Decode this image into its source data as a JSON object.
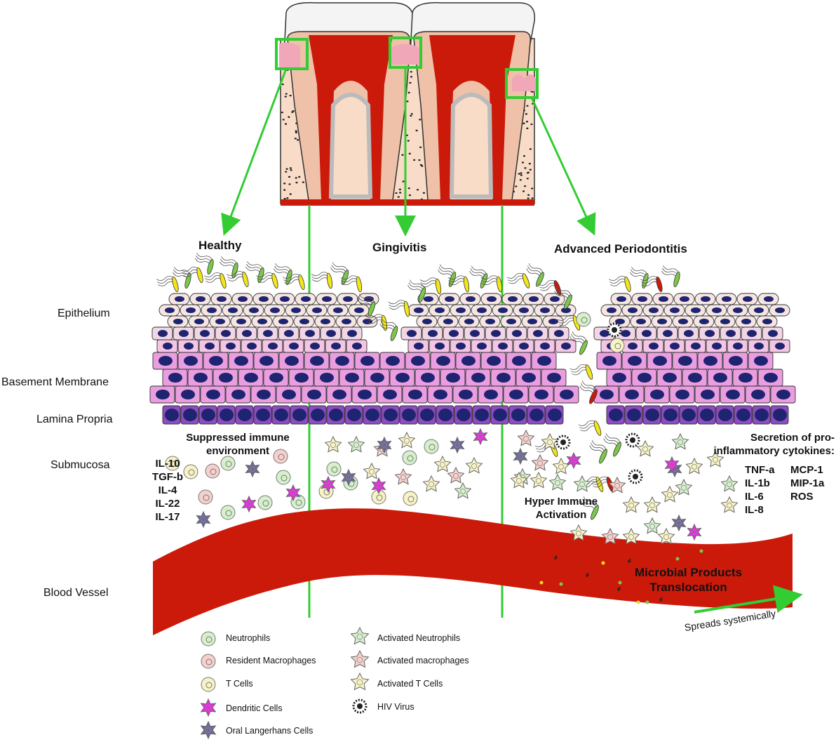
{
  "stages": {
    "healthy": "Healthy",
    "gingivitis": "Gingivitis",
    "advanced": "Advanced Periodontitis"
  },
  "layers": {
    "epithelium": "Epithelium",
    "basement": "Basement Membrane",
    "lamina": "Lamina Propria",
    "submucosa": "Submucosa",
    "blood": "Blood Vessel"
  },
  "healthy_panel": {
    "note_line1": "Suppressed immune",
    "note_line2": "environment",
    "cytokines": [
      "IL-10",
      "TGF-b",
      "IL-4",
      "IL-22",
      "IL-17"
    ]
  },
  "periodontitis_panel": {
    "hyper_line1": "Hyper Immune",
    "hyper_line2": "Activation",
    "secretion_line1": "Secretion of pro-",
    "secretion_line2": "inflammatory cytokines:",
    "cytokines_col1": [
      "TNF-a",
      "IL-1b",
      "IL-6",
      "IL-8"
    ],
    "cytokines_col2": [
      "MCP-1",
      "MIP-1a",
      "ROS"
    ]
  },
  "vessel": {
    "microbial_line1": "Microbial Products",
    "microbial_line2": "Translocation",
    "spreads": "Spreads systemically"
  },
  "legend": {
    "col1": [
      "Neutrophils",
      "Resident Macrophages",
      "T Cells",
      "Dendritic Cells",
      "Oral Langerhans Cells"
    ],
    "col2": [
      "Activated Neutrophils",
      "Activated macrophages",
      "Activated T Cells",
      "HIV Virus"
    ]
  },
  "colors": {
    "green_arrow": "#33cc33",
    "blood": "#cc1a0a",
    "epithelium_top": "#f6e6e2",
    "epithelium_mid": "#f4c6e4",
    "basal": "#ea9ee0",
    "lamina": "#8e4cc0",
    "nucleus": "#1e2470",
    "neutrophil": "#d6f0cc",
    "macrophage": "#f6d0cc",
    "tcell": "#f7f3c6",
    "dendritic": "#e62ee0",
    "langerhans": "#6d6a9a"
  }
}
